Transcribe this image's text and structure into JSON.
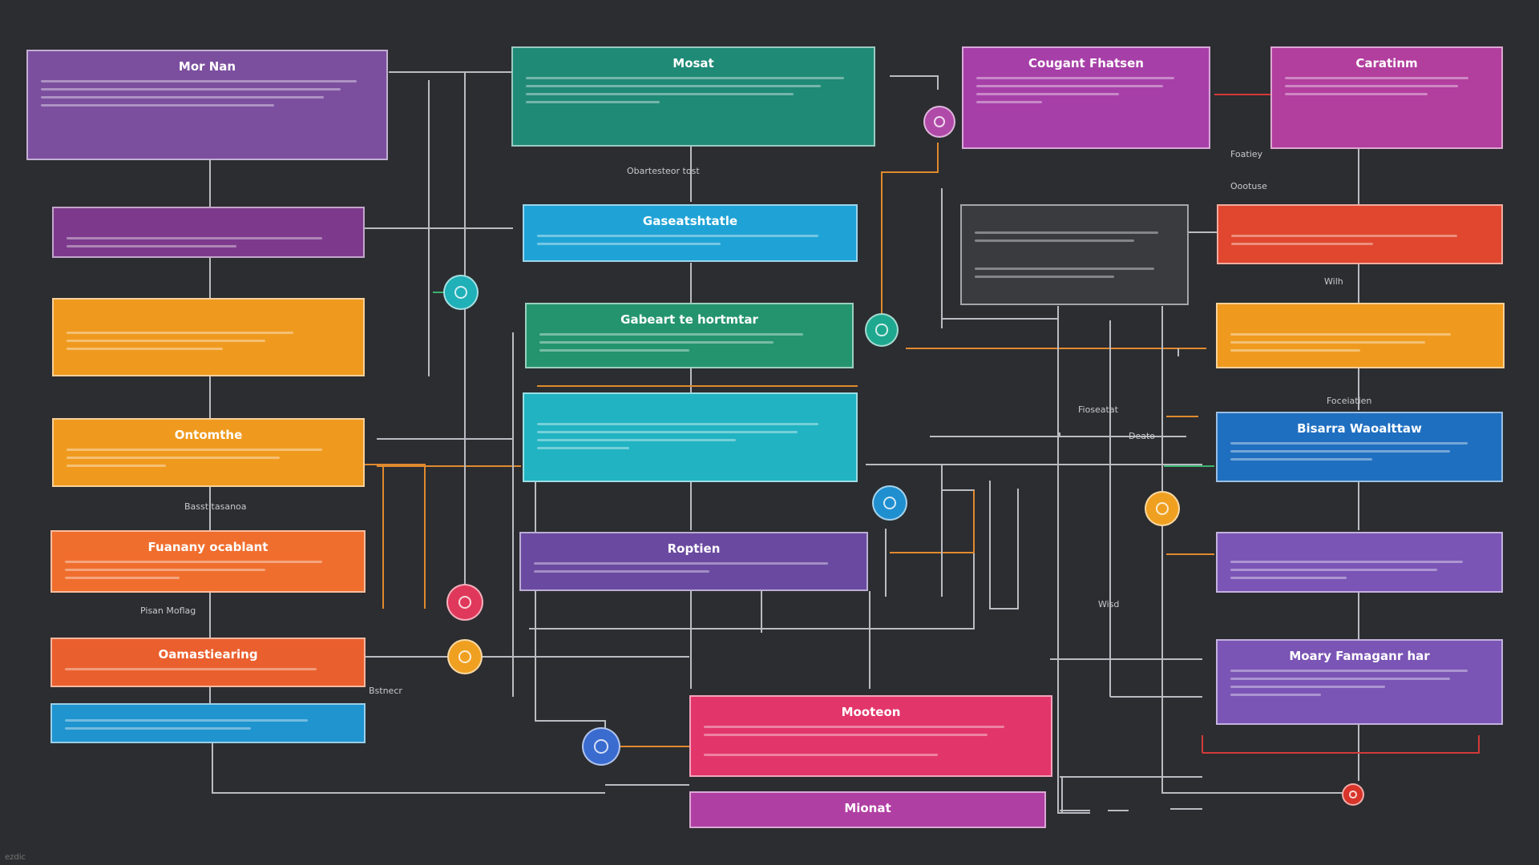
{
  "colors": {
    "background": "#2c2d30",
    "wire": "#b9bcc2",
    "wire_orange": "#e08a2e",
    "wire_red": "#d23a3a",
    "wire_green": "#3cb371"
  },
  "nodes": {
    "n1": {
      "title": "Mor Nan",
      "color": "#7b4f9e",
      "icon": "text-lines"
    },
    "n2": {
      "title": "Mosat",
      "color": "#1f8a76",
      "icon": "text-lines"
    },
    "n3": {
      "title": "Cougant Fhatsen",
      "color": "#a73fa8",
      "icon": "text-lines"
    },
    "n4": {
      "title": "Caratinm",
      "color": "#b23e9e",
      "icon": "text-lines"
    },
    "n5": {
      "title": "",
      "color": "#7d3a8c",
      "icon": "text-lines"
    },
    "n6": {
      "title": "Gaseatshtatle",
      "color": "#1fa3d6",
      "icon": "text-lines"
    },
    "n7": {
      "title": "",
      "color": "#3a3b3f",
      "icon": "text-lines"
    },
    "n8": {
      "title": "",
      "color": "#e0472e",
      "icon": "text-lines"
    },
    "n9": {
      "title": "",
      "color": "#ef9a1e",
      "icon": "text-lines"
    },
    "n10": {
      "title": "Gabeart te hortmtar",
      "color": "#24946f",
      "icon": "text-lines"
    },
    "n11": {
      "title": "",
      "color": "#ef9a1e",
      "icon": "text-lines"
    },
    "n12": {
      "title": "Ontomthe",
      "color": "#ef9a1e",
      "icon": "text-lines"
    },
    "n13": {
      "title": "",
      "color": "#21b3c2",
      "icon": "text-lines"
    },
    "n14": {
      "title": "Bisarra Waoalttaw",
      "color": "#1f6fc0",
      "icon": "text-lines"
    },
    "n15": {
      "title": "Fuanany ocablant",
      "color": "#ef6e2e",
      "icon": "text-lines"
    },
    "n16": {
      "title": "Roptien",
      "color": "#6a4aa0",
      "icon": "text-lines"
    },
    "n17": {
      "title": "",
      "color": "#7a55b5",
      "icon": "text-lines"
    },
    "n18": {
      "title": "Oamastiearing",
      "color": "#ea5f2e",
      "icon": "text-lines"
    },
    "n19": {
      "title": "Moary Famaganr har",
      "color": "#7a55b5",
      "icon": "text-lines"
    },
    "n20": {
      "title": "",
      "color": "#1f94cf",
      "icon": "text-lines"
    },
    "n21": {
      "title": "Mooteon",
      "color": "#e2366b",
      "icon": "text-lines"
    },
    "n22": {
      "title": "Mionat",
      "color": "#b03fa3",
      "icon": "text-lines"
    }
  },
  "labels": {
    "l1": "Obartesteor tost",
    "l2": "Foatiey",
    "l3": "Oootuse",
    "l4": "Wilh",
    "l5": "Foceiatien",
    "l6": "Basst tasanoa",
    "l7": "Pisan Moflag",
    "l8": "Wisd",
    "l9": "Fioseatat",
    "l10": "Bstnecr",
    "l11": "Deato"
  },
  "hubs": {
    "h1": {
      "icon": "teal-hub",
      "color": "#1fb0b8"
    },
    "h2": {
      "icon": "purple-hub",
      "color": "#b04aa8"
    },
    "h3": {
      "icon": "teal-hub",
      "color": "#1fa890"
    },
    "h4": {
      "icon": "blue-hub",
      "color": "#1f8fd0"
    },
    "h5": {
      "icon": "orange-hub",
      "color": "#f0a020"
    },
    "h6": {
      "icon": "red-hub",
      "color": "#e0385a"
    },
    "h7": {
      "icon": "orange-hub",
      "color": "#f0a020"
    },
    "h8": {
      "icon": "blue-hub",
      "color": "#3a6cd0"
    },
    "h9": {
      "icon": "red-hub",
      "color": "#d8342a"
    }
  }
}
